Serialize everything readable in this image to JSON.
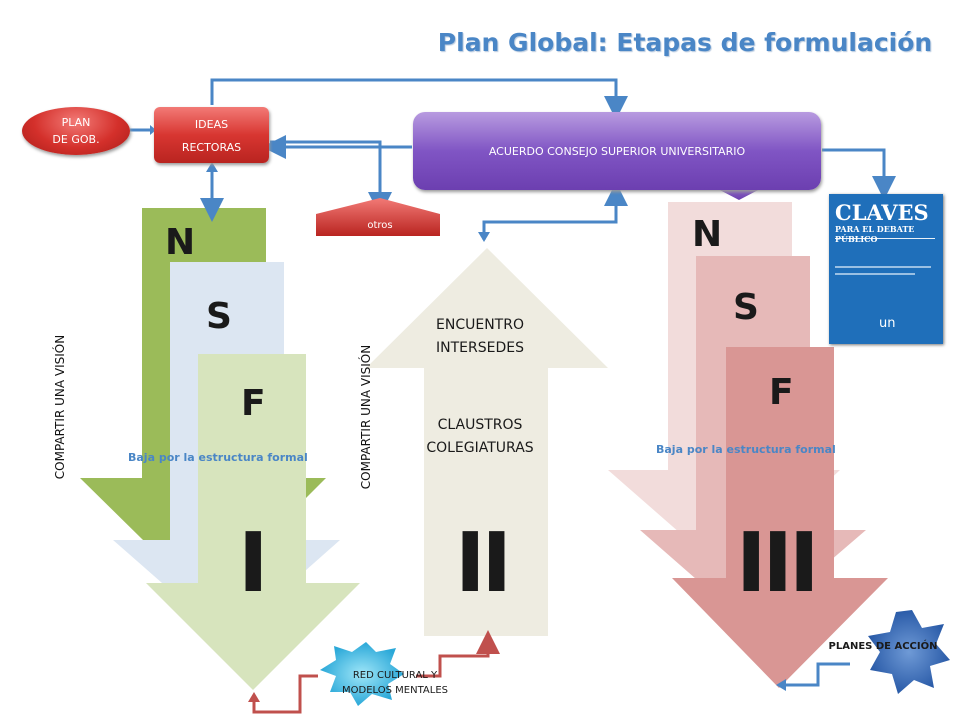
{
  "title": "Plan Global: Etapas de formulación",
  "nodes": {
    "plan_gob": "PLAN\nDE GOB.",
    "ideas_rectoras_1": "IDEAS",
    "ideas_rectoras_2": "RECTORAS",
    "acuerdo": "ACUERDO CONSEJO SUPERIOR UNIVERSITARIO",
    "otros": "otros",
    "red_cultural_1": "RED CULTURAL Y",
    "red_cultural_2": "MODELOS MENTALES",
    "planes_accion": "PLANES DE ACCIÓN"
  },
  "stage1": {
    "letters": [
      "N",
      "S",
      "F"
    ],
    "formal": "Baja por la estructura formal",
    "numeral": "I",
    "vertical": "COMPARTIR UNA VISIÓN"
  },
  "stage2": {
    "line1": "ENCUENTRO",
    "line2": "INTERSEDES",
    "line3": "CLAUSTROS",
    "line4": "COLEGIATURAS",
    "numeral": "II",
    "vertical": "COMPARTIR UNA VISIÓN"
  },
  "stage3": {
    "letters": [
      "N",
      "S",
      "F"
    ],
    "formal": "Baja por la estructura formal",
    "numeral": "III"
  },
  "book": {
    "title": "CLAVES",
    "subtitle": "PARA EL DEBATE PÚBLICO",
    "logo": "un"
  },
  "colors": {
    "n_green": "#9bbb59",
    "s_blue": "#dce6f2",
    "f_lightgreen": "#d7e4bd",
    "stage2_beige": "#eeece1",
    "n_pink": "#f2dcdb",
    "s_pink": "#e6b9b8",
    "f_red": "#d99694",
    "connector_blue": "#4a86c6",
    "connector_red": "#c0504d"
  }
}
